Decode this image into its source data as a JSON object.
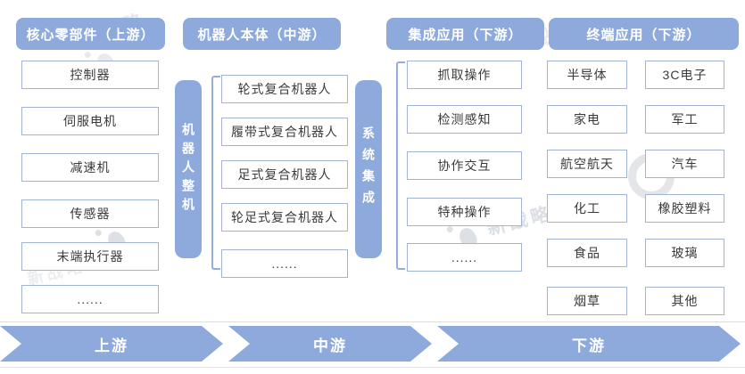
{
  "columns": [
    {
      "header": "核心零部件（上游）",
      "items": [
        "控制器",
        "伺服电机",
        "减速机",
        "传感器",
        "末端执行器",
        "......"
      ]
    },
    {
      "header": "机器人本体（中游）",
      "side_label": "机器人整机",
      "items": [
        "轮式复合机器人",
        "履带式复合机器人",
        "足式复合机器人",
        "轮足式复合机器人",
        "......"
      ]
    },
    {
      "header": "集成应用（下游）",
      "side_label": "系统集成",
      "items": [
        "抓取操作",
        "检测感知",
        "协作交互",
        "特种操作",
        "......"
      ]
    },
    {
      "header": "终端应用（下游）",
      "items_left": [
        "半导体",
        "家电",
        "航空航天",
        "化工",
        "食品",
        "烟草"
      ],
      "items_right": [
        "3C电子",
        "军工",
        "汽车",
        "橡胶塑料",
        "玻璃",
        "其他"
      ]
    }
  ],
  "stages": [
    {
      "label": "上游"
    },
    {
      "label": "中游"
    },
    {
      "label": "下游"
    }
  ],
  "watermark": {
    "text": "新战略"
  },
  "colors": {
    "accent": "#8EA9DB",
    "box_border": "#A2B3D4",
    "box_text": "#3A3A3A",
    "stage_text": "#FFFFFF"
  }
}
